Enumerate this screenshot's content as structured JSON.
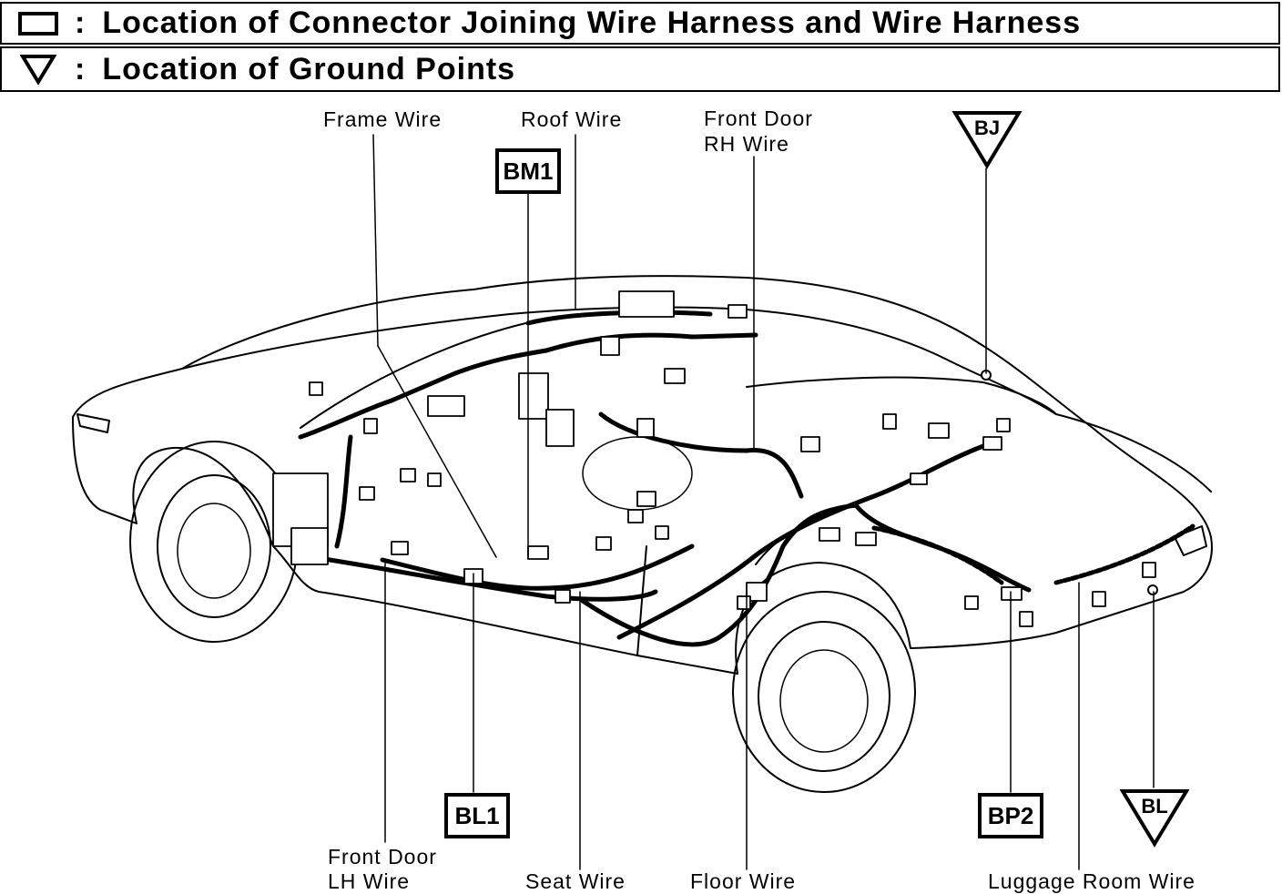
{
  "legend": {
    "connector": {
      "icon": "square-outline-icon",
      "text": "Location of Connector Joining Wire Harness and Wire Harness"
    },
    "ground": {
      "icon": "triangle-down-outline-icon",
      "text": "Location of Ground Points"
    },
    "separator": ":"
  },
  "wire_labels": {
    "frame_wire": "Frame Wire",
    "roof_wire": "Roof Wire",
    "front_door_rh_wire_1": "Front Door",
    "front_door_rh_wire_2": "RH Wire",
    "front_door_lh_wire_1": "Front Door",
    "front_door_lh_wire_2": "LH Wire",
    "seat_wire": "Seat Wire",
    "floor_wire": "Floor Wire",
    "luggage_room_wire": "Luggage Room Wire"
  },
  "connectors": {
    "bm1": "BM1",
    "bl1": "BL1",
    "bp2": "BP2"
  },
  "ground_points": {
    "bj": "BJ",
    "bl": "BL"
  }
}
